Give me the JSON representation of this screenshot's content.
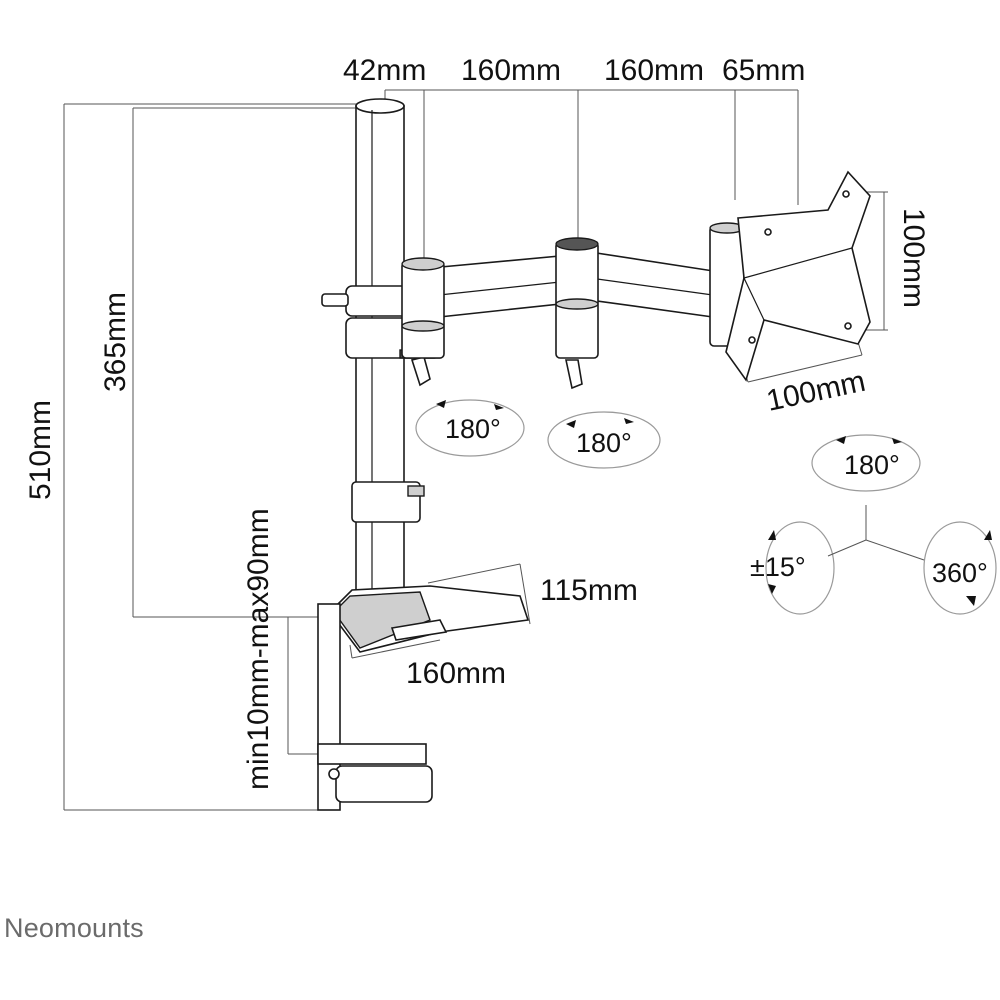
{
  "dimensions": {
    "top_offset": "42mm",
    "arm_segment_1": "160mm",
    "arm_segment_2": "160mm",
    "head_offset": "65mm",
    "vesa_height": "100mm",
    "vesa_width": "100mm",
    "base_depth": "115mm",
    "base_width": "160mm",
    "total_height": "510mm",
    "arm_height": "365mm",
    "desk_thickness": "min10mm-max90mm"
  },
  "rotations": {
    "arm_joint_1": "180°",
    "arm_joint_2": "180°",
    "head_swivel": "180°",
    "head_tilt": "±15°",
    "head_rotate": "360°"
  },
  "brand": "Neomounts",
  "colors": {
    "line": "#1a1a1a",
    "text": "#111111",
    "brand": "#6b6b6b"
  }
}
